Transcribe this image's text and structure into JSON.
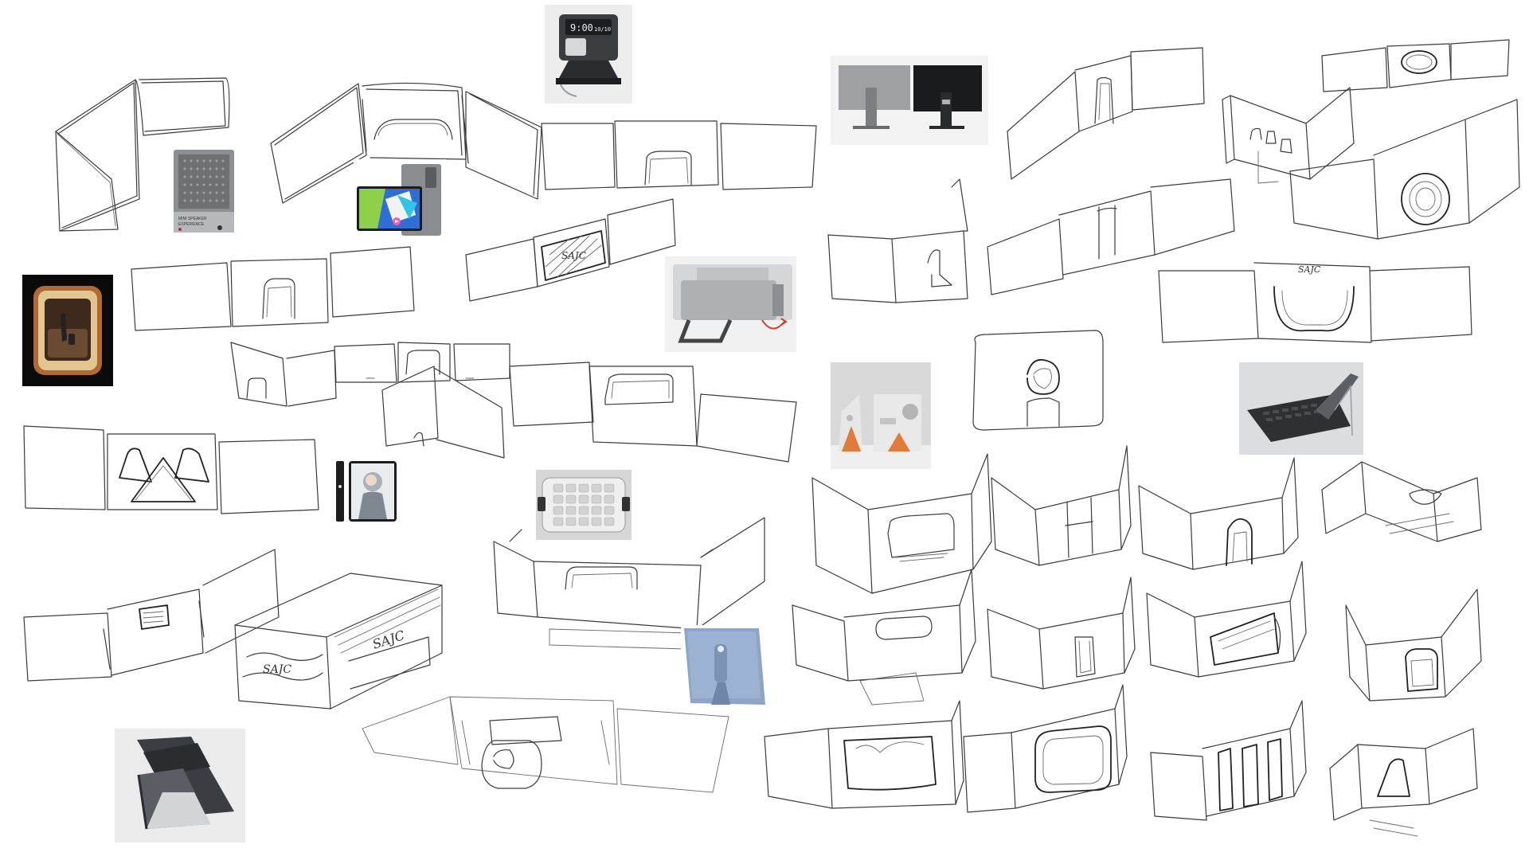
{
  "sketch_labels": {
    "brand_script_1": "SAJC",
    "brand_script_2": "SAJC",
    "brand_script_3": "SAJC",
    "brand_script_4": "SAJC"
  },
  "photo_texts": {
    "clock_display_time": "9:00",
    "clock_display_date": "10/10",
    "speaker_caption_line1": "MINI SPEAKER",
    "speaker_caption_line2": "EXPERIENCE"
  }
}
